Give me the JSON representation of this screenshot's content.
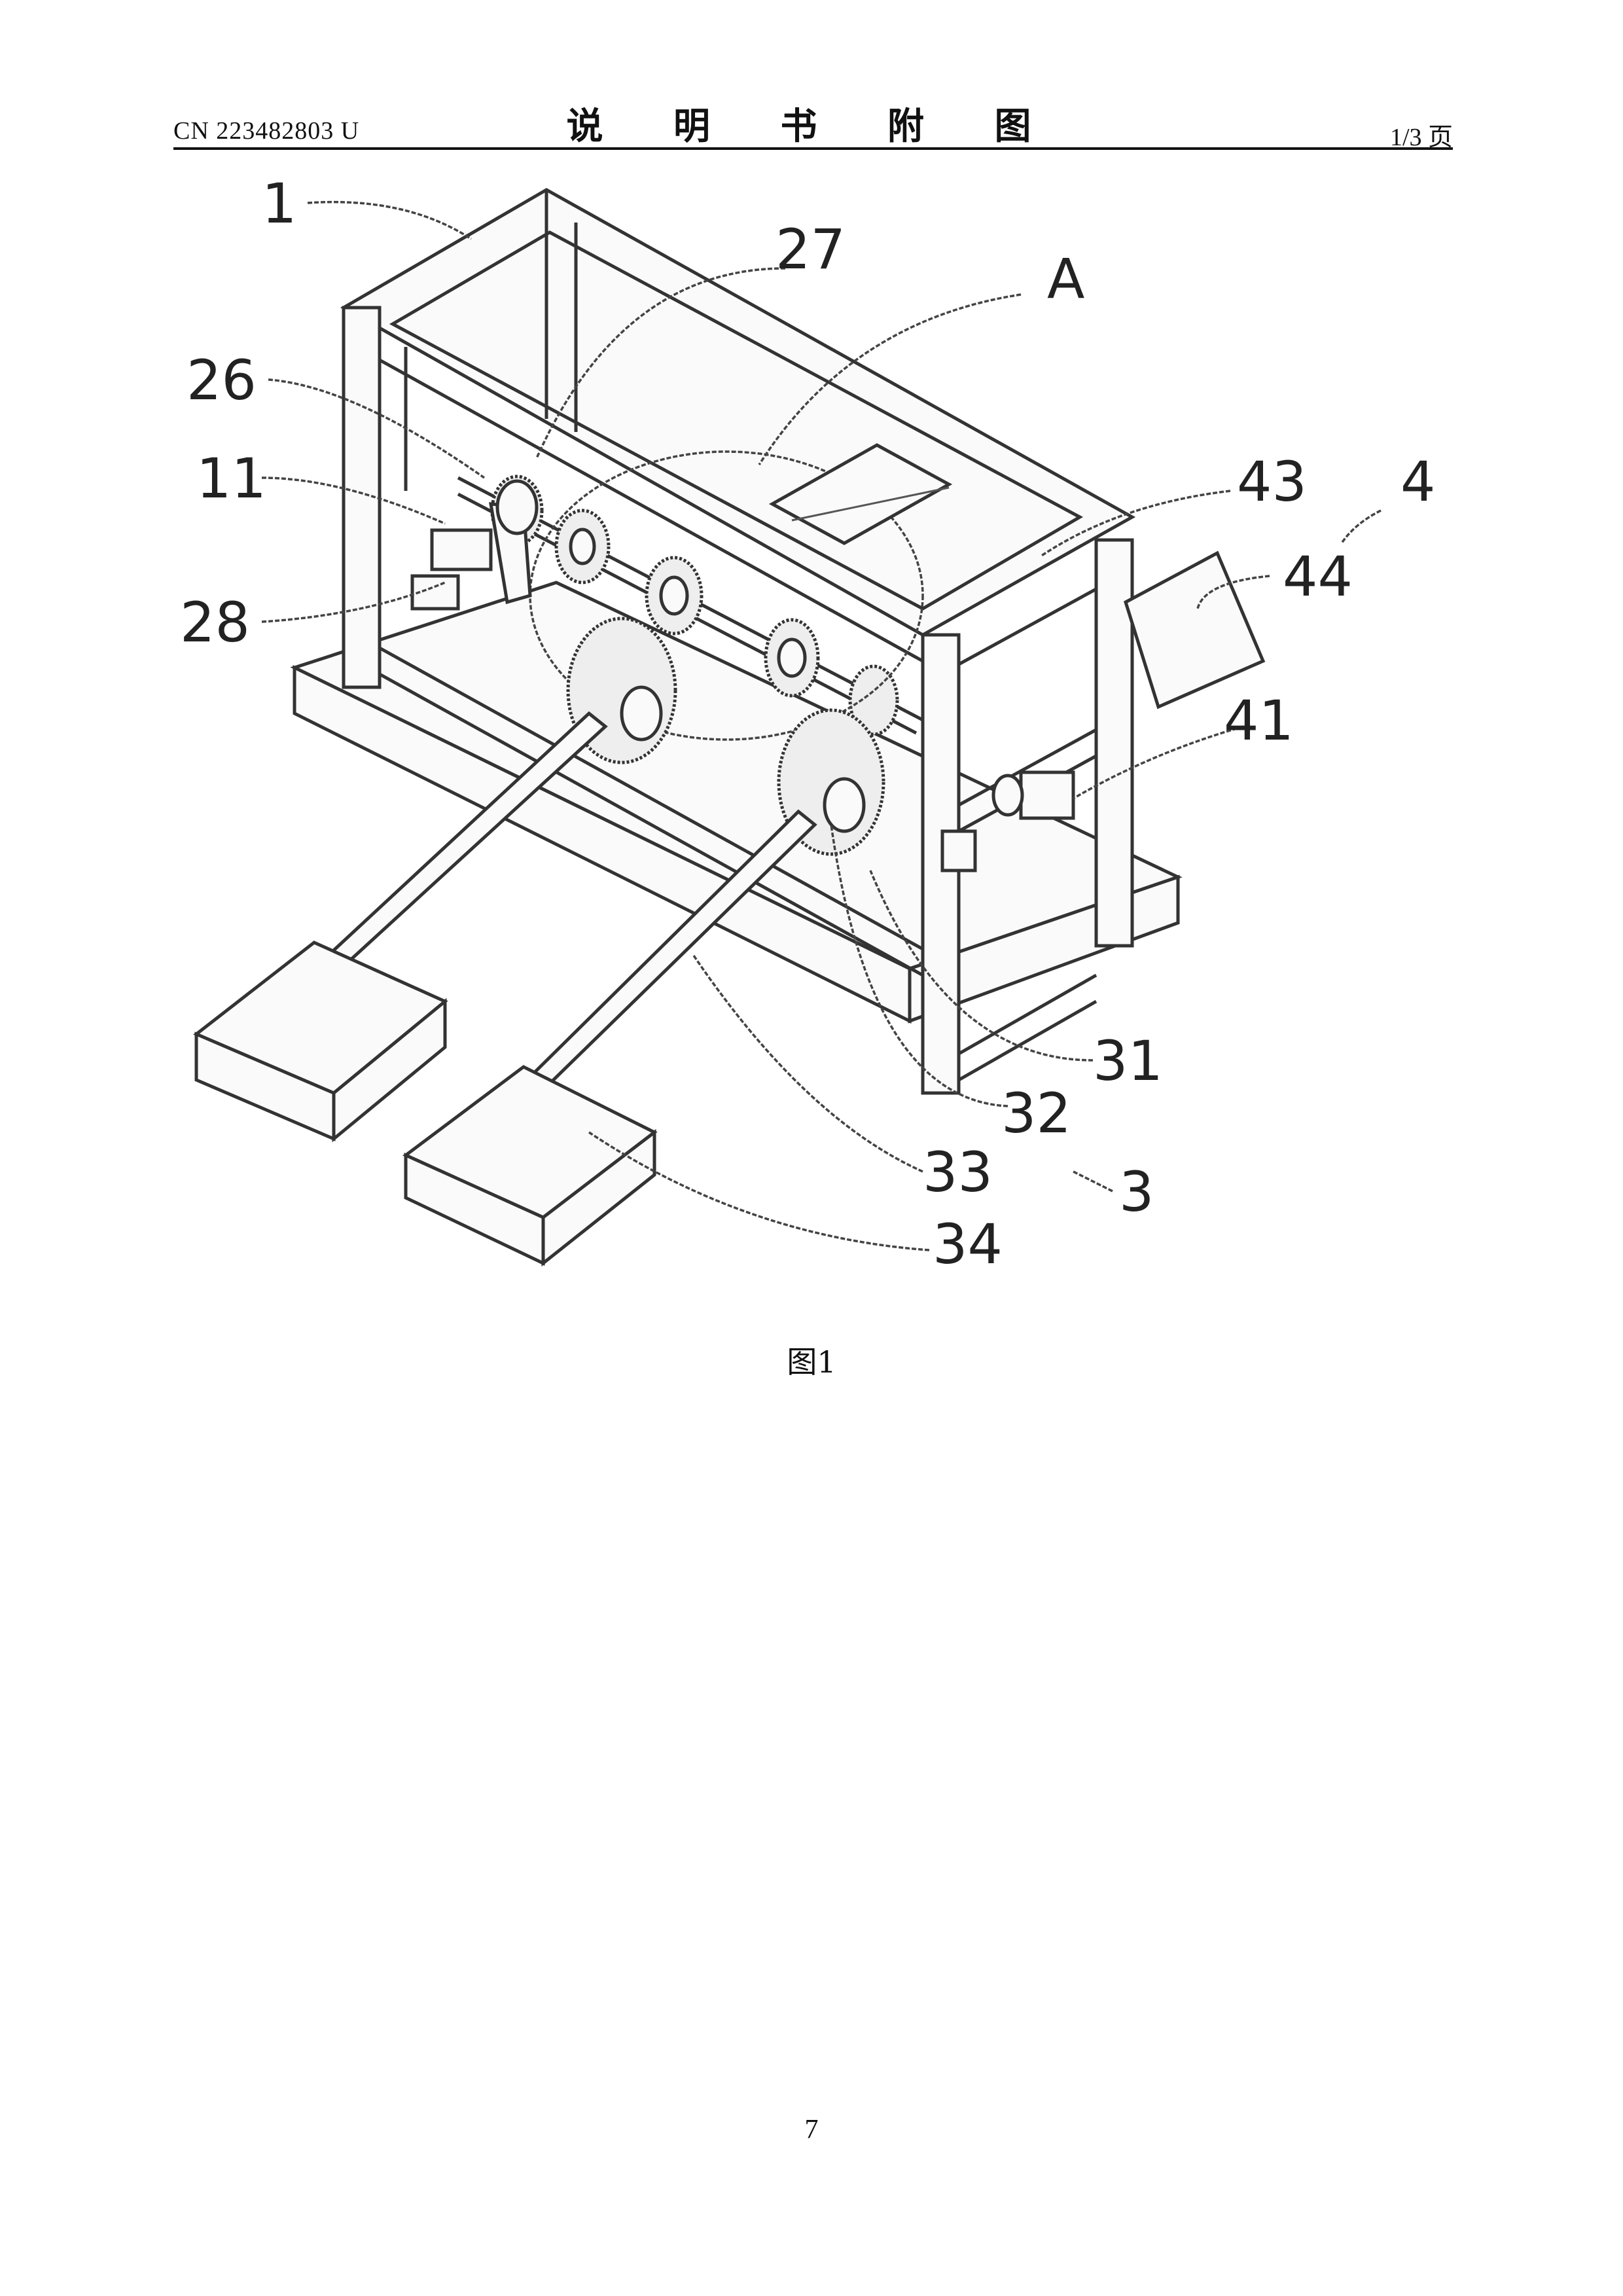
{
  "header": {
    "doc_number": "CN 223482803 U",
    "title": "说 明 书 附 图",
    "page_of": "1/3 页"
  },
  "figure": {
    "labels": {
      "l1": "1",
      "l27": "27",
      "lA": "A",
      "l26": "26",
      "l11": "11",
      "l28": "28",
      "l43": "43",
      "l4": "4",
      "l44": "44",
      "l41": "41",
      "l31": "31",
      "l32": "32",
      "l33": "33",
      "l3": "3",
      "l34": "34"
    },
    "caption": "图1"
  },
  "footer": {
    "page_number": "7"
  }
}
